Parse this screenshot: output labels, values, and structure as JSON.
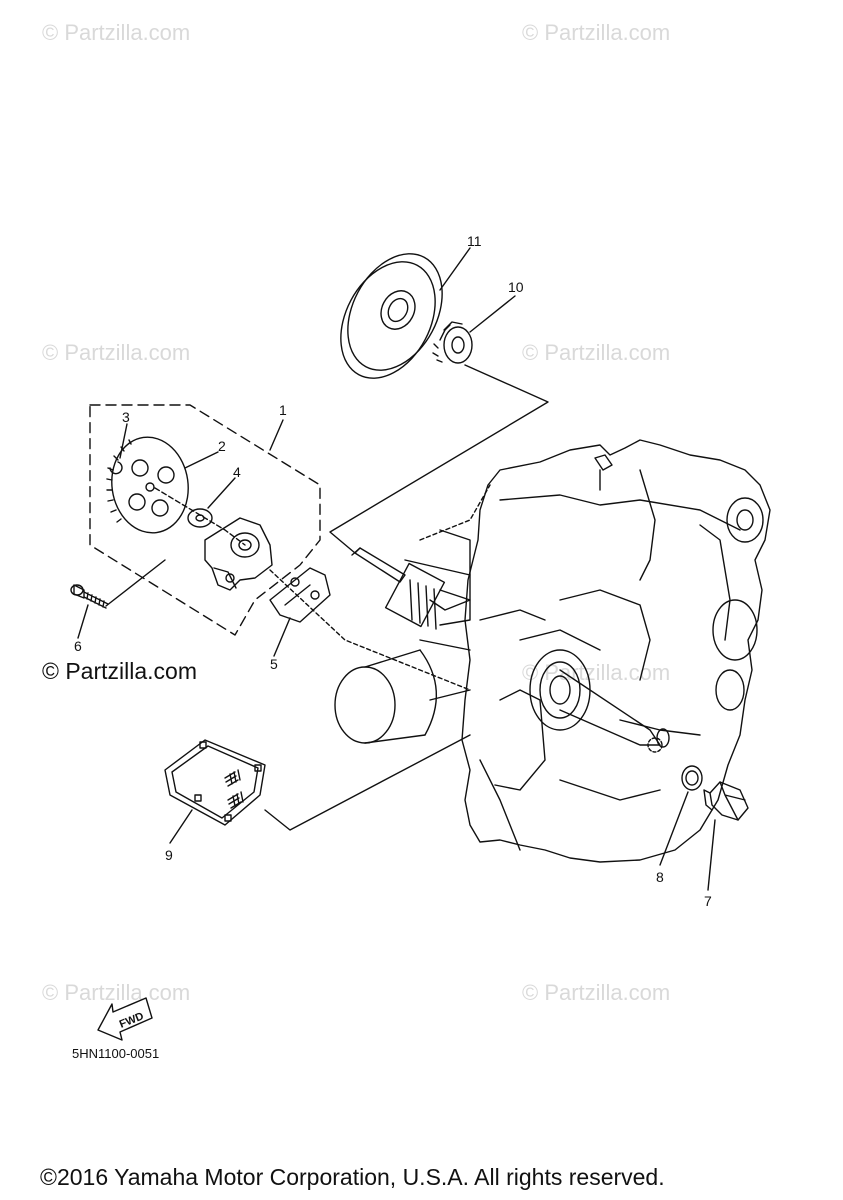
{
  "watermark": "© Partzilla.com",
  "watermark_main": "© Partzilla.com",
  "diagram_code": "5HN1100-0051",
  "copyright": "©2016 Yamaha Motor Corporation, U.S.A. All rights reserved.",
  "fwd_label": "FWD",
  "callouts": {
    "c1": "1",
    "c2": "2",
    "c3": "3",
    "c4": "4",
    "c5": "5",
    "c6": "6",
    "c7": "7",
    "c8": "8",
    "c9": "9",
    "c10": "10",
    "c11": "11"
  }
}
